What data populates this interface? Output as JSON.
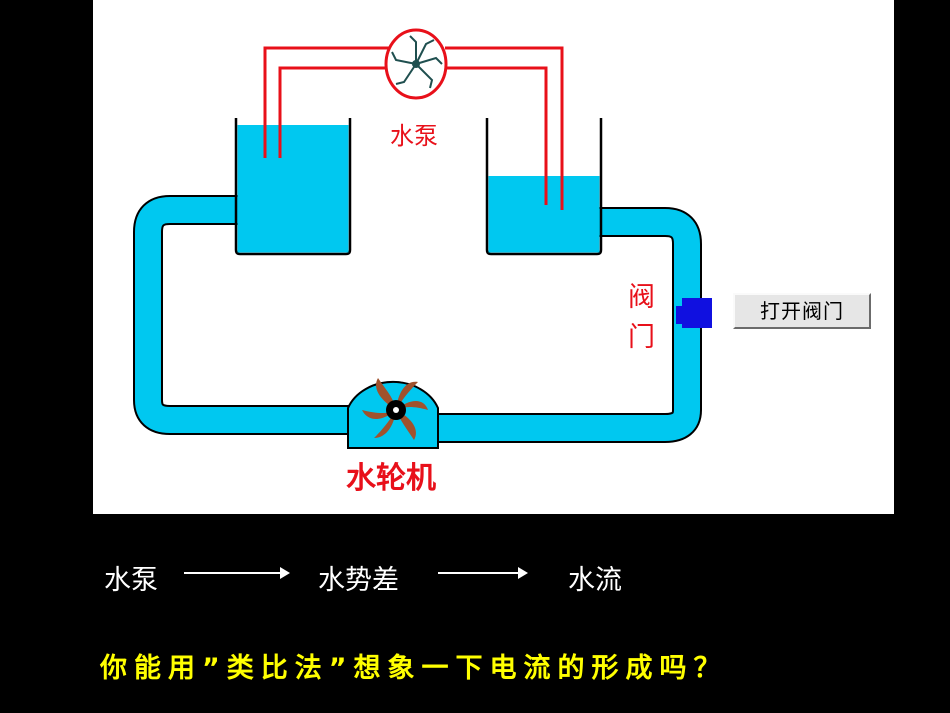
{
  "diagram": {
    "pump_label": "水泵",
    "valve_label_top": "阀",
    "valve_label_bottom": "门",
    "turbine_label": "水轮机",
    "open_valve_button": "打开阀门"
  },
  "flow": {
    "step1": "水泵",
    "step2": "水势差",
    "step3": "水流"
  },
  "question": "你能用”类比法”想象一下电流的形成吗？",
  "colors": {
    "water": "#00c8f0",
    "tube_outline": "#000000",
    "red_label": "#e8101a",
    "valve": "#1010e0",
    "question_text": "#ffff00",
    "background": "#000000"
  }
}
